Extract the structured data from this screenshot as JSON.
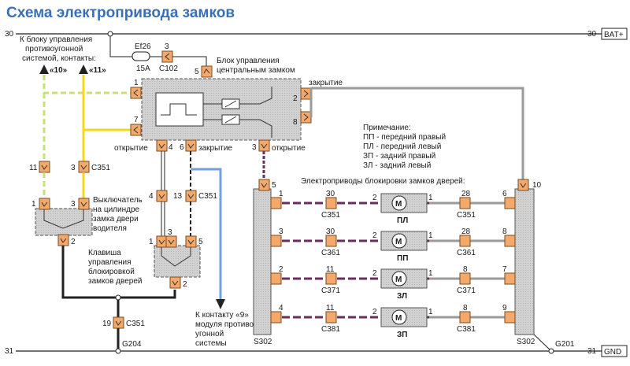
{
  "title": "Схема электропривода замков",
  "rails": {
    "bat_left": "30",
    "bat_right": "30",
    "bat_label": "BAT+",
    "gnd_left": "31",
    "gnd_right": "31",
    "gnd_label": "GND"
  },
  "fuse": {
    "name": "Ef26",
    "rating": "15A",
    "pin": "3",
    "connector": "C102"
  },
  "notes": {
    "theft_line1": "К блоку управления",
    "theft_line2": "противоугонной",
    "theft_line3": "системой, контакты:",
    "contact_10": "«10»",
    "contact_11": "«11»",
    "to_contact_line1": "К контакту «9»",
    "to_contact_line2": "модуля противо-",
    "to_contact_line3": "угонной",
    "to_contact_line4": "системы",
    "remark_title": "Примечание:",
    "remark_1": "ПП - передний правый",
    "remark_2": "ПЛ - передний левый",
    "remark_3": "ЗП - задний правый",
    "remark_4": "ЗЛ - задний левый",
    "actuators_title": "Электроприводы блокировки замков дверей:"
  },
  "central_unit": {
    "label_line1": "Блок управления",
    "label_line2": "центральным замком",
    "pin_top": "5",
    "pin_left_1": "1",
    "pin_left_7": "7",
    "pin_right_2": "2",
    "pin_right_8": "8",
    "pin_bot_4": "4",
    "pin_bot_6": "6",
    "pin_bot_3": "3",
    "label_close_right": "закрытие",
    "label_open_left": "открытие",
    "label_close_bottom": "закрытие",
    "label_open_bottom": "открытие"
  },
  "cylinder_switch": {
    "label_line1": "Выключатель",
    "label_line2": "на цилиндре",
    "label_line3": "замка двери",
    "label_line4": "водителя",
    "pin_1": "1",
    "pin_3": "3",
    "pin_2": "2",
    "conn_pin_11": "11",
    "conn_pin_3": "3",
    "connector": "C351"
  },
  "lock_key": {
    "label_line1": "Клавиша",
    "label_line2": "управления",
    "label_line3": "блокировкой",
    "label_line4": "замков дверей",
    "pin_4": "4",
    "pin_13": "13",
    "connector": "C351",
    "pin_1": "1",
    "pin_3": "3",
    "pin_5": "5",
    "pin_2": "2"
  },
  "ground": {
    "pin": "19",
    "connector": "C351",
    "point_left": "G204",
    "point_right": "G201"
  },
  "splices": {
    "left": "S302",
    "right": "S302",
    "left_top_pin": "5",
    "right_top_pin": "10"
  },
  "actuators": [
    {
      "code": "ПЛ",
      "left_pin": "1",
      "conn_pin_left": "30",
      "conn_left": "C351",
      "motor_left_pin": "2",
      "motor_right_pin": "1",
      "conn_pin_right": "28",
      "conn_right": "C351",
      "right_pin": "6"
    },
    {
      "code": "ПП",
      "left_pin": "3",
      "conn_pin_left": "30",
      "conn_left": "C361",
      "motor_left_pin": "2",
      "motor_right_pin": "1",
      "conn_pin_right": "28",
      "conn_right": "C361",
      "right_pin": "8"
    },
    {
      "code": "ЗЛ",
      "left_pin": "2",
      "conn_pin_left": "11",
      "conn_left": "C371",
      "motor_left_pin": "2",
      "motor_right_pin": "1",
      "conn_pin_right": "8",
      "conn_right": "C371",
      "right_pin": "7"
    },
    {
      "code": "ЗП",
      "left_pin": "4",
      "conn_pin_left": "11",
      "conn_left": "C381",
      "motor_left_pin": "2",
      "motor_right_pin": "1",
      "conn_pin_right": "8",
      "conn_right": "C381",
      "right_pin": "9"
    }
  ],
  "motor_symbol": "M",
  "colors": {
    "title": "#3a6fb5",
    "connector_orange": "#f2a96b",
    "box_grey": "#d7d7d7",
    "wire_yellow": "#f3d91a",
    "wire_yellow_green": "#c9e07a",
    "wire_blue": "#6fa2dc",
    "wire_violet": "#6b2e5c",
    "wire_grey": "#9a9a9a",
    "wire_black": "#222222"
  }
}
